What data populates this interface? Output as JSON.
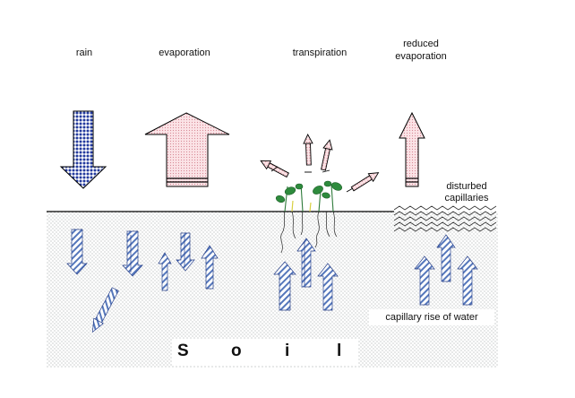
{
  "labels": {
    "rain": "rain",
    "evaporation": "evaporation",
    "transpiration": "transpiration",
    "reduced_line1": "reduced",
    "reduced_line2": "evaporation",
    "disturbed_line1": "disturbed",
    "disturbed_line2": "capillaries",
    "capillary_rise": "capillary rise of water",
    "soil_letters": [
      "S",
      "o",
      "i",
      "l"
    ]
  },
  "colors": {
    "rain_arrow": "#2a3fa8",
    "evaporation_fill": "#f3c9cf",
    "soil_dots": "#9aa0a0",
    "capillary_stripes": "#4a6fb0",
    "leaf": "#2e8b3d",
    "outline": "#000000"
  }
}
